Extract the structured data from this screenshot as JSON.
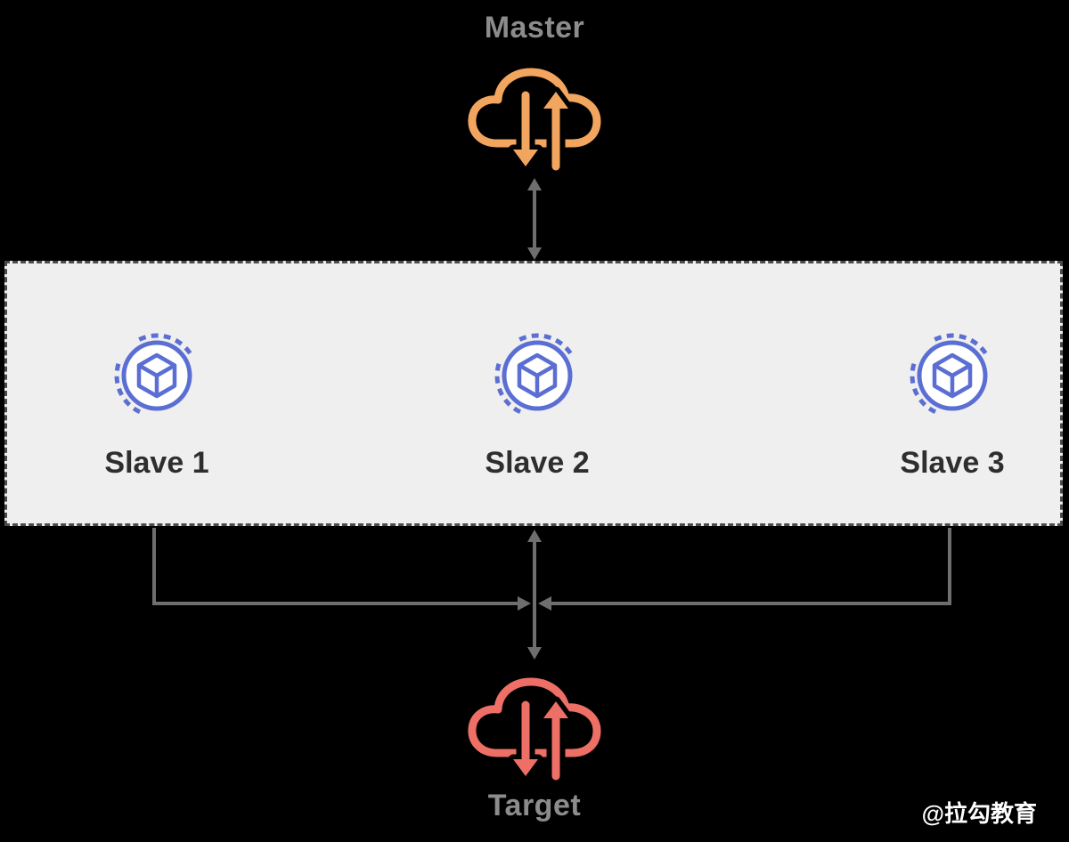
{
  "colors": {
    "background": "#000000",
    "box_fill": "#efefef",
    "box_border": "#4b4b4b",
    "master_cloud": "#f2a55f",
    "target_cloud": "#ee6f66",
    "node_blue": "#5b6ed3",
    "node_fill": "#ffffff",
    "connector_gray": "#6e6e6e",
    "heading_gray": "#8c8c8c",
    "slave_label": "#2e2e2e",
    "watermark_white": "#ffffff"
  },
  "master": {
    "label": "Master"
  },
  "cluster": {
    "slaves": [
      {
        "label": "Slave 1"
      },
      {
        "label": "Slave 2"
      },
      {
        "label": "Slave 3"
      }
    ]
  },
  "target": {
    "label": "Target"
  },
  "watermark": {
    "text": "@拉勾教育"
  }
}
